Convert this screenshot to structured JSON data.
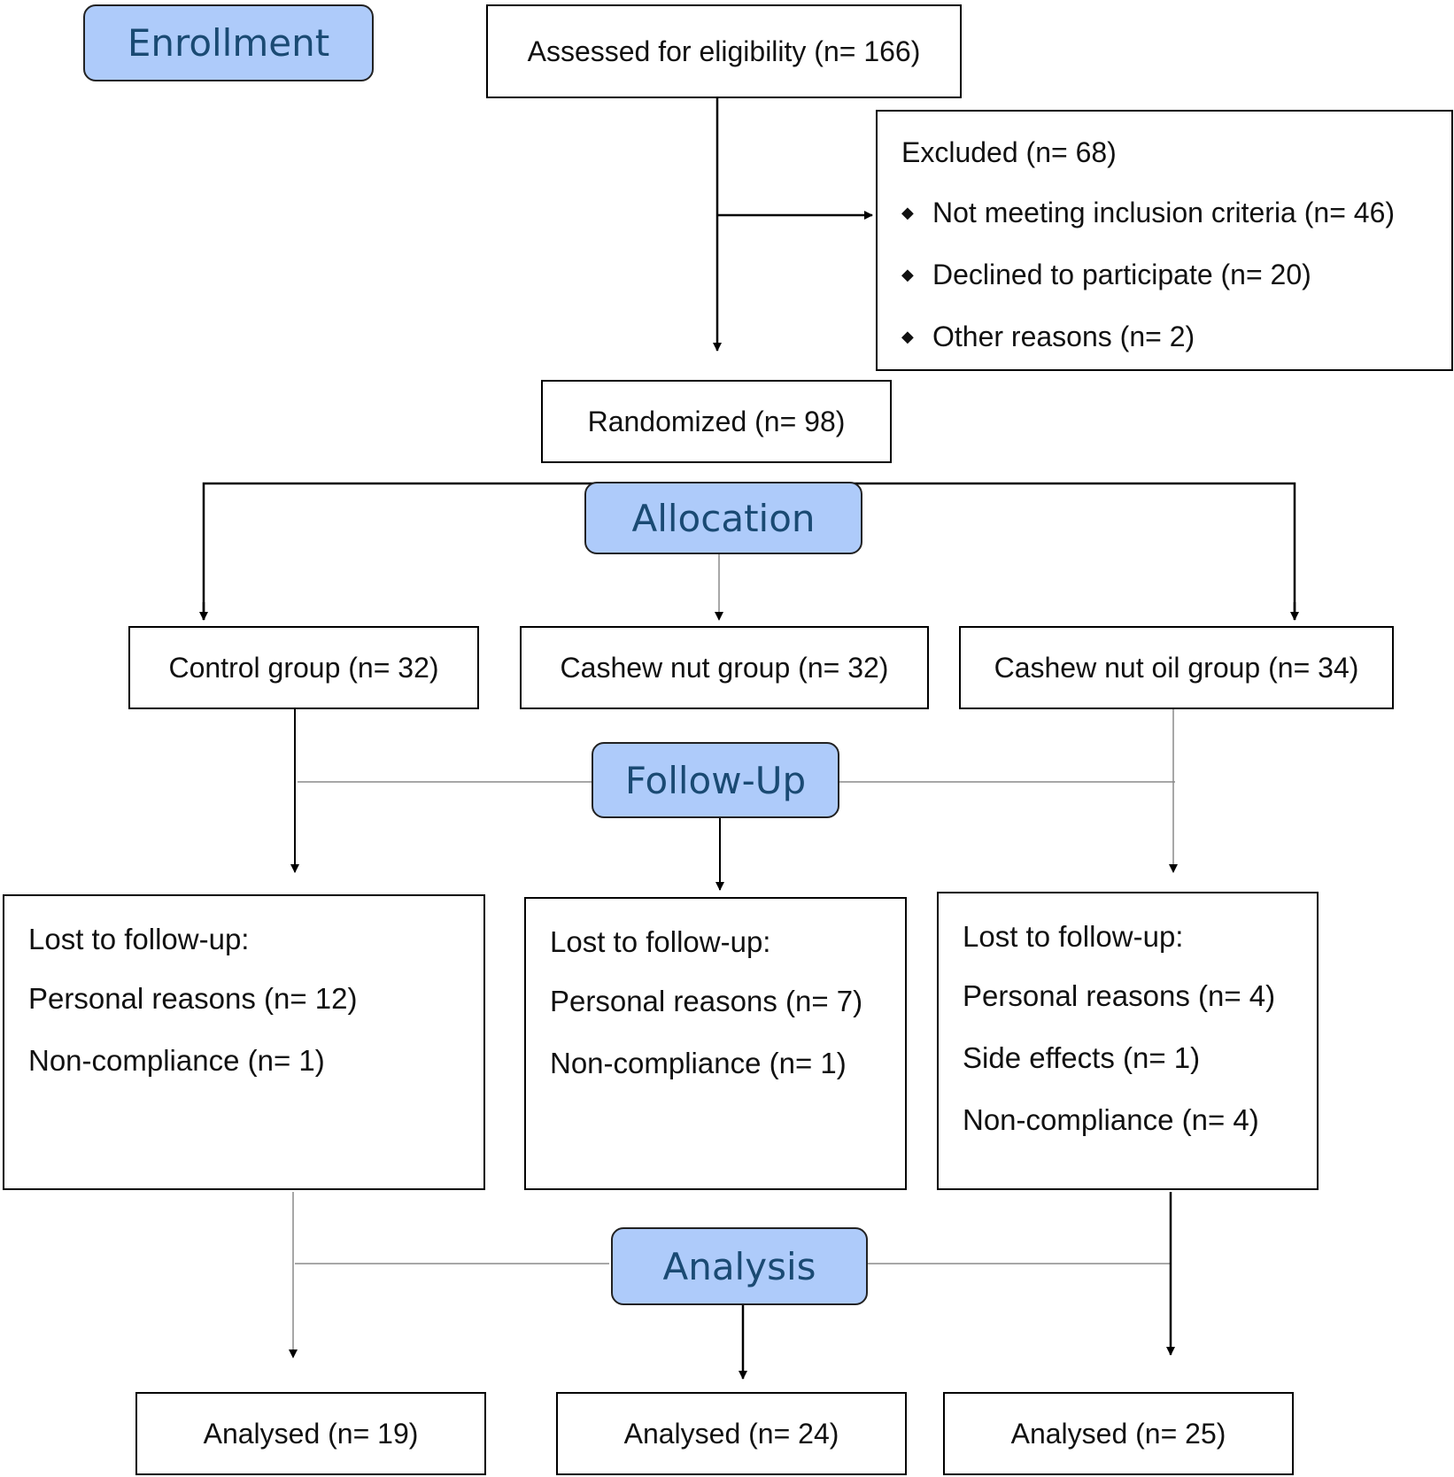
{
  "colors": {
    "stage_fill": "#aecbfa",
    "stage_text": "#1a4a73",
    "line": "#000000",
    "light_line": "#8a8a8a"
  },
  "stages": {
    "enrollment": "Enrollment",
    "allocation": "Allocation",
    "follow_up": "Follow-Up",
    "analysis": "Analysis"
  },
  "boxes": {
    "assessed": "Assessed for eligibility (n= 166)",
    "excluded": {
      "title": "Excluded (n= 68)",
      "bullet_icon": "diamond-bullet-icon",
      "reasons": [
        "Not meeting inclusion criteria  (n= 46)",
        "Declined to participate  (n= 20)",
        "Other reasons (n= 2)"
      ]
    },
    "randomized": "Randomized (n= 98)",
    "groups": [
      "Control group (n= 32)",
      "Cashew nut group (n= 32)",
      "Cashew nut oil group (n= 34)"
    ],
    "lost": [
      {
        "title": "Lost to follow-up:",
        "reasons": [
          "Personal reasons (n= 12)",
          "Non-compliance (n= 1)"
        ]
      },
      {
        "title": "Lost to follow-up:",
        "reasons": [
          "Personal reasons (n= 7)",
          "Non-compliance (n= 1)"
        ]
      },
      {
        "title": "Lost to follow-up:",
        "reasons": [
          "Personal reasons (n= 4)",
          "Side effects (n= 1)",
          "Non-compliance (n= 4)"
        ]
      }
    ],
    "analysed": [
      "Analysed (n= 19)",
      "Analysed (n= 24)",
      "Analysed (n= 25)"
    ]
  }
}
